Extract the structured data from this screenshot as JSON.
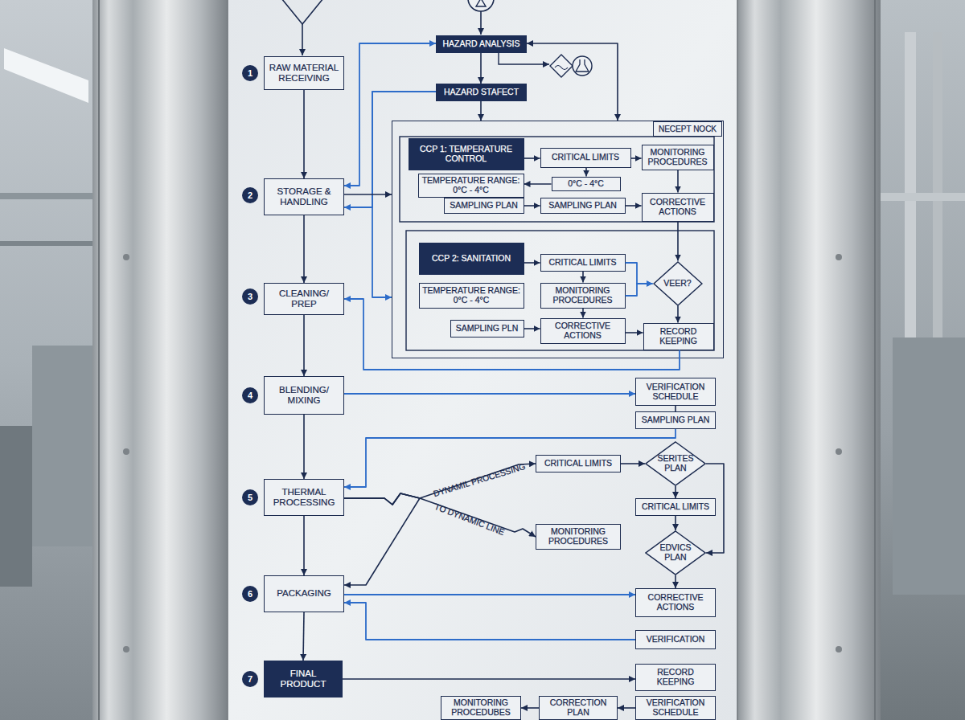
{
  "diagram": {
    "nodes": [
      {
        "text": [
          "RAW MATERIAL RECEIVING"
        ]
      },
      {
        "text": [
          "STORAGE & HANDLING"
        ]
      },
      {
        "text": [
          "CLEANING/ PREP"
        ]
      },
      {
        "text": [
          "BLENDING/ MIXING"
        ]
      },
      {
        "text": [
          "THERMAL PROCESSING"
        ]
      },
      {
        "text": [
          "PACKAGING"
        ]
      },
      {
        "text": [
          "FINAL PRODUCT"
        ]
      },
      {
        "text": [
          "HAZARD ANALYSIS"
        ]
      },
      {
        "text": [
          "HAZARD STAFECT"
        ]
      },
      {
        "text": [
          "NECEPT NOCK"
        ]
      },
      {
        "text": [
          "CCP 1: TEMPERATURE CONTROL"
        ],
        "in": 9
      },
      {
        "text": [
          "CRITICAL LIMITS"
        ],
        "in": 9
      },
      {
        "text": [
          "MONITORING PROCEDURES"
        ],
        "in": 9
      },
      {
        "text": [
          "TEMPERATURE RANGE: 0°C - 4°C"
        ],
        "in": 9
      },
      {
        "text": [
          "0°C - 4°C"
        ],
        "in": 9
      },
      {
        "text": [
          "SAMPLING PLAN"
        ],
        "in": 9
      },
      {
        "text": [
          "SAMPLING PLAN"
        ],
        "in": 9
      },
      {
        "text": [
          "CORRECTIVE ACTIONS"
        ],
        "in": 9
      },
      {
        "text": [
          "CCP 2: SANITATION"
        ],
        "in": 9
      },
      {
        "text": [
          "CRITICAL LIMITS"
        ],
        "in": 9
      },
      {
        "text": [
          "TEMPERATURE RANGE: 0°C - 4°C"
        ],
        "in": 9
      },
      {
        "text": [
          "MONITORING PROCEDURES"
        ],
        "in": 9
      },
      {
        "text": [
          "VEER?"
        ],
        "in": 9
      },
      {
        "text": [
          "SAMPLING PLN"
        ],
        "in": 9
      },
      {
        "text": [
          "CORRECTIVE ACTIONS"
        ],
        "in": 9
      },
      {
        "text": [
          "RECORD KEEPING"
        ],
        "in": 9
      },
      {
        "text": [
          "VERIFICATION SCHEDULE"
        ]
      },
      {
        "text": [
          "SAMPLING PLAN"
        ]
      },
      {
        "text": [
          "CRITICAL LIMITS"
        ]
      },
      {
        "text": [
          "SERITES PLAN"
        ]
      },
      {
        "text": [
          "CRITICAL LIMITS"
        ]
      },
      {
        "text": [
          "MONITORING PROCEDURES"
        ]
      },
      {
        "text": [
          "EDVICS PLAN"
        ]
      },
      {
        "text": [
          "CORRECTIVE ACTIONS"
        ]
      },
      {
        "text": [
          "VERIFICATION"
        ]
      },
      {
        "text": [
          "RECORD KEEPING"
        ]
      },
      {
        "text": [
          "MONITORING PROCEDUBES"
        ]
      },
      {
        "text": [
          "CORRECTION PLAN"
        ]
      },
      {
        "text": [
          "VERIFICATION SCHEDULE"
        ]
      }
    ],
    "edges": [
      {
        "from": 0,
        "to": 1,
        "arrow": "to"
      },
      {
        "from": 1,
        "to": 2,
        "arrow": "to"
      },
      {
        "from": 2,
        "to": 3,
        "arrow": "to"
      },
      {
        "from": 3,
        "to": 4,
        "arrow": "to"
      },
      {
        "from": 4,
        "to": 5,
        "arrow": "to"
      },
      {
        "from": 5,
        "to": 6,
        "arrow": "to"
      },
      {
        "from": 7,
        "to": 8,
        "arrow": "to"
      },
      {
        "from": 8,
        "to": 9,
        "arrow": "to"
      },
      {
        "from": 7,
        "to": 1,
        "arrow": "both"
      },
      {
        "from": 8,
        "to": 1,
        "arrow": "to"
      },
      {
        "from": 8,
        "to": 9,
        "arrow": "to"
      },
      {
        "from": 1,
        "to": 9,
        "arrow": "to"
      },
      {
        "from": 7,
        "to": 9,
        "arrow": "both"
      },
      {
        "from": 10,
        "to": 11,
        "arrow": "to"
      },
      {
        "from": 11,
        "to": 12,
        "arrow": "to"
      },
      {
        "from": 12,
        "to": 17,
        "arrow": "to"
      },
      {
        "from": 11,
        "to": 14,
        "arrow": "to"
      },
      {
        "from": 14,
        "to": 13,
        "arrow": "to"
      },
      {
        "from": 15,
        "to": 16,
        "arrow": "to"
      },
      {
        "from": 16,
        "to": 17,
        "arrow": "to"
      },
      {
        "from": 17,
        "to": 22,
        "arrow": "to"
      },
      {
        "from": 18,
        "to": 19,
        "arrow": "to"
      },
      {
        "from": 19,
        "to": 21,
        "arrow": "to"
      },
      {
        "from": 21,
        "to": 24,
        "arrow": "to"
      },
      {
        "from": 19,
        "to": 22,
        "arrow": "to"
      },
      {
        "from": 22,
        "to": 25,
        "arrow": "to"
      },
      {
        "from": 23,
        "to": 24,
        "arrow": "to"
      },
      {
        "from": 24,
        "to": 25,
        "arrow": "to"
      },
      {
        "from": 25,
        "to": 2,
        "arrow": "to"
      },
      {
        "from": 3,
        "to": 26,
        "arrow": "to"
      },
      {
        "from": 26,
        "to": 27,
        "arrow": "none"
      },
      {
        "from": 27,
        "to": 4,
        "arrow": "to"
      },
      {
        "from": 4,
        "to": 28,
        "label": "DYNAMIL PROCESSING",
        "arrow": "to"
      },
      {
        "from": 4,
        "to": 31,
        "label": "TO DYNAMIC LINE",
        "arrow": "to"
      },
      {
        "from": 4,
        "to": 5,
        "arrow": "to"
      },
      {
        "from": 28,
        "to": 29,
        "arrow": "to"
      },
      {
        "from": 29,
        "to": 30,
        "arrow": "to"
      },
      {
        "from": 30,
        "to": 32,
        "arrow": "to"
      },
      {
        "from": 32,
        "to": 33,
        "arrow": "to"
      },
      {
        "from": 29,
        "to": 32,
        "arrow": "to"
      },
      {
        "from": 5,
        "to": 33,
        "arrow": "to"
      },
      {
        "from": 34,
        "to": 5,
        "arrow": "to"
      },
      {
        "from": 6,
        "to": 35,
        "arrow": "to"
      },
      {
        "from": 38,
        "to": 37,
        "arrow": "to"
      },
      {
        "from": 37,
        "to": 36,
        "arrow": "to"
      },
      {
        "from": 21,
        "to": 22,
        "arrow": "to"
      }
    ],
    "labels": [
      "1",
      "2",
      "3",
      "4",
      "5",
      "6",
      "7"
    ]
  }
}
